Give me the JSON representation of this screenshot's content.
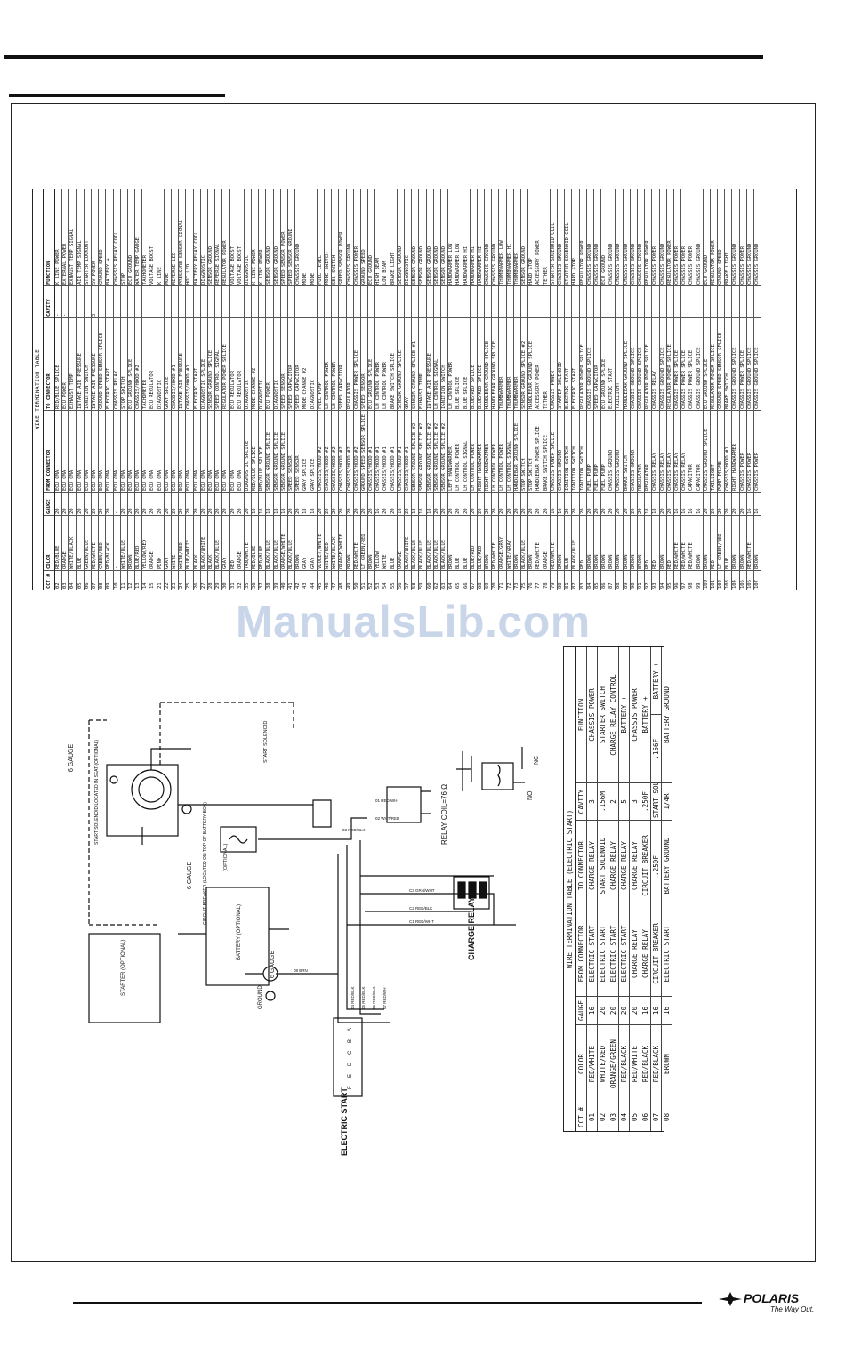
{
  "wire_table": {
    "title": "WIRE TERMINATION TABLE",
    "headers": [
      "CCT #",
      "COLOR",
      "GAUGE",
      "FROM CONNECTOR",
      "TO CONNECTOR",
      "CAVITY",
      "FUNCTION"
    ],
    "rows": [
      [
        "02",
        "RED/BLUE",
        "20",
        "ECU CMA",
        "RED/BLUE SPLICE",
        "-",
        "K LINE POWER"
      ],
      [
        "03",
        "ORANGE",
        "20",
        "ECU CMA",
        "ECU POWER",
        "-",
        "EXTERNAL POWER"
      ],
      [
        "04",
        "WHITE/BLACK",
        "20",
        "ECU CMA",
        "EXHAUST TEMP",
        "",
        "EXHAUST TEMP SIGNAL"
      ],
      [
        "05",
        "BLUE",
        "20",
        "ECU CMA",
        "INTAKE AIR PRESSURE",
        "",
        "AIR TEMP SIGNAL"
      ],
      [
        "06",
        "GREEN/BLUE",
        "20",
        "ECU CMA",
        "IGNITION SWITCH",
        "",
        "STARTER LOCKOUT"
      ],
      [
        "07",
        "RED/WHITE",
        "20",
        "ECU CMA",
        "INTAKE AIR PRESSURE",
        "3",
        "5V POWER"
      ],
      [
        "08",
        "GREEN/RED",
        "20",
        "ECU CMA",
        "GROUND SPEED SENSOR SPLICE",
        "",
        "GROUND SPEED"
      ],
      [
        "09",
        "RED/BLACK",
        "20",
        "ECU CMA",
        "ELECTRIC START",
        "",
        "BATTERY +"
      ],
      [
        "10",
        "-",
        "-",
        "ECU CMA",
        "CHASSIS RELAY",
        "",
        "CHASSIS RELAY COIL"
      ],
      [
        "11",
        "WHITE/BLUE",
        "20",
        "ECU CMA",
        "STOP SWITCH",
        "",
        "STOP"
      ],
      [
        "12",
        "BROWN",
        "20",
        "ECU CMA",
        "ECU GROUND SPLICE",
        "",
        "ECU GROUND"
      ],
      [
        "13",
        "BLUE/RED",
        "20",
        "ECU CMA",
        "CHASSIS/HOOD #2",
        "",
        "WATER TEMP GAUGE"
      ],
      [
        "14",
        "YELLOW/RED",
        "20",
        "ECU CMA",
        "TACHOMETER",
        "",
        "TACHOMETER"
      ],
      [
        "15",
        "ORANGE",
        "20",
        "ECU CMA",
        "ECU REGULATOR",
        "",
        "VOLTAGE BOOST"
      ],
      [
        "21",
        "PINK",
        "20",
        "ECU CMA",
        "DIAGNOSTIC",
        "",
        "K LINE"
      ],
      [
        "22",
        "GRAY",
        "20",
        "ECU CMA",
        "GRAY SPLICE",
        "",
        "MODE"
      ],
      [
        "23",
        "WHITE",
        "20",
        "ECU CMA",
        "CHASSIS/HOOD #1",
        "",
        "REVERSE LED"
      ],
      [
        "24",
        "WHITE/RED",
        "20",
        "ECU CMA",
        "INTAKE AIR PRESSURE",
        "",
        "PRESSURE SENSOR SIGNAL"
      ],
      [
        "25",
        "BLUE/WHITE",
        "20",
        "ECU CMA",
        "CHASSIS/HOOD #1",
        "",
        "HOT LED"
      ],
      [
        "26",
        "BLACK",
        "20",
        "ECU CMA",
        "ELECTRIC START",
        "",
        "BATTERY RELAY COIL"
      ],
      [
        "27",
        "BLACK/WHITE",
        "20",
        "ECU CMA",
        "DIAGNOSTIC SPLICE",
        "",
        "DIAGNOSTIC"
      ],
      [
        "28",
        "BLACK",
        "20",
        "ECU CMA",
        "SENSOR GROUND SPLICE",
        "",
        "SENSOR GROUND"
      ],
      [
        "29",
        "BLACK/BLUE",
        "20",
        "ECU CMA",
        "SPEED CONTROL SIGNAL",
        "",
        "REVERSE SIGNAL"
      ],
      [
        "30",
        "GRAY",
        "20",
        "ECU CMA",
        "REGULATOR POWER SPLICE",
        "",
        "REGULATOR POWER"
      ],
      [
        "31",
        "RED",
        "20",
        "ECU CMA",
        "ECU REGULATOR",
        "",
        "VOLTAGE BOOST"
      ],
      [
        "32",
        "ORANGE",
        "20",
        "ECU CMA",
        "ECU REGULATOR",
        "",
        "VOLTAGE BOOST"
      ],
      [
        "35",
        "TAN/WHITE",
        "20",
        "DIAGNOSTIC SPLICE",
        "DIAGNOSTIC",
        "",
        "DIAGNOSTIC"
      ],
      [
        "36",
        "RED/BLUE",
        "18",
        "RED/BLUE SPLICE",
        "MODE CHANGE #2",
        "",
        "K LINE POWER"
      ],
      [
        "37",
        "RED/BLUE",
        "18",
        "RED/BLUE SPLICE",
        "DIAGNOSTIC",
        "",
        "K LINE POWER"
      ],
      [
        "38",
        "BLACK/BLUE",
        "18",
        "SENSOR GROUND SPLICE",
        "ECU POWER",
        "",
        "SENSOR GROUND"
      ],
      [
        "39",
        "BLACK/BLUE",
        "18",
        "SENSOR GROUND SPLICE",
        "DIAGNOSTIC",
        "",
        "SENSOR GROUND"
      ],
      [
        "40",
        "ORANGE/WHITE",
        "18",
        "SENSOR GROUND SPLICE",
        "SPEED SENSOR",
        "",
        "SPEED SENSOR POWER"
      ],
      [
        "41",
        "BLACK/BLUE",
        "20",
        "SPEED SENSOR",
        "SPEED CAPACITOR",
        "",
        "SPEED SENSOR GROUND"
      ],
      [
        "42",
        "BROWN",
        "20",
        "SPEED SENSOR",
        "SPEED CAPACITOR",
        "",
        "CHASSIS GROUND"
      ],
      [
        "43",
        "GRAY",
        "18",
        "GRAY SPLICE",
        "MODE CHANGE #2",
        "",
        "MODE"
      ],
      [
        "44",
        "GRAY",
        "18",
        "GRAY SPLICE",
        "DIAGNOSTIC",
        "",
        "MODE"
      ],
      [
        "45",
        "VIOLET/WHITE",
        "20",
        "CHASSIS/HOOD #2",
        "FUEL PUMP",
        "",
        "FUEL LEVEL"
      ],
      [
        "46",
        "WHITE/RED",
        "20",
        "CHASSIS/HOOD #2",
        "LH CONTROL POWER",
        "",
        "MODE SWITCH"
      ],
      [
        "47",
        "WHITE/BLACK",
        "20",
        "CHASSIS/HOOD #2",
        "LH CONTROL POWER",
        "",
        "SEL SWITCH"
      ],
      [
        "48",
        "ORANGE/WHITE",
        "20",
        "CHASSIS/HOOD #2",
        "SPEED CAPACITOR",
        "",
        "SPEED SENSOR POWER"
      ],
      [
        "49",
        "BROWN",
        "20",
        "CHASSIS/HOOD #2",
        "REGULATOR",
        "",
        "CHASSIS GROUND"
      ],
      [
        "50",
        "RED/WHITE",
        "20",
        "CHASSIS/HOOD #2",
        "CHASSIS POWER SPLICE",
        "",
        "CHASSIS POWER"
      ],
      [
        "51",
        "LT GREEN/RED",
        "20",
        "GROUND SPEED SENSOR SPLICE",
        "SPEED SENSOR",
        "",
        "GROUND SPEED"
      ],
      [
        "52",
        "BROWN",
        "20",
        "CHASSIS/HOOD #1",
        "ECU GROUND SPLICE",
        "",
        "ECU GROUND"
      ],
      [
        "53",
        "YELLOW",
        "16",
        "CHASSIS/HOOD #1",
        "LH CONTROL POWER",
        "",
        "HIGH BEAM"
      ],
      [
        "54",
        "WHITE",
        "20",
        "CHASSIS/HOOD #1",
        "LH CONTROL POWER",
        "",
        "LOW BEAM"
      ],
      [
        "55",
        "BLUE",
        "20",
        "CHASSIS/HOOD #1",
        "BRAKE SWITCH SPLICE",
        "",
        "BRAKE LIGHT"
      ],
      [
        "56",
        "ORANGE",
        "18",
        "CHASSIS/HOOD #1",
        "SENSOR GROUND SPLICE",
        "",
        "SENSOR GROUND"
      ],
      [
        "57",
        "BLACK/WHITE",
        "20",
        "CHASSIS/HOOD #1",
        "GRAY",
        "",
        "DIAGNOSTIC"
      ],
      [
        "58",
        "BLACK/BLUE",
        "18",
        "SENSOR GROUND SPLICE #2",
        "SENSOR GROUND SPLICE #1",
        "",
        "SENSOR GROUND"
      ],
      [
        "59",
        "BLACK/BLUE",
        "18",
        "SENSOR GROUND SPLICE #2",
        "EXHAUST TEMP",
        "",
        "SENSOR GROUND"
      ],
      [
        "60",
        "BLACK/BLUE",
        "18",
        "SENSOR GROUND SPLICE #2",
        "INTAKE AIR PRESSURE",
        "",
        "SENSOR GROUND"
      ],
      [
        "62",
        "BLACK/BLUE",
        "20",
        "SENSOR GROUND SPLICE #2",
        "LH CONTROL SIGNAL",
        "",
        "SENSOR GROUND"
      ],
      [
        "63",
        "BLACK/BLUE",
        "20",
        "SENSOR GROUND SPLICE #2",
        "IGNITION SWITCH",
        "",
        "SENSOR GROUND"
      ],
      [
        "64",
        "BROWN",
        "20",
        "LEFT HANDWARMER",
        "LH CONTROL POWER",
        "",
        "HANDWARMER LOW"
      ],
      [
        "65",
        "BLUE",
        "20",
        "LH CONTROL POWER",
        "BLUE SPLICE",
        "",
        "HANDWARMER LOW"
      ],
      [
        "66",
        "BLUE",
        "20",
        "LH CONTROL SIGNAL",
        "BLUE SPLICE",
        "",
        "HANDWARMER HI"
      ],
      [
        "67",
        "BLUE/RED",
        "20",
        "LH CONTROL POWER",
        "BLUE/RED SPLICE",
        "",
        "HANDWARMER HI"
      ],
      [
        "68",
        "BLUE/RED",
        "20",
        "RIGHT HANDWARMER",
        "BLUE/RED SPLICE",
        "",
        "HANDWARMER HI"
      ],
      [
        "69",
        "BROWN",
        "20",
        "RIGHT HANDWARMER",
        "HANDLEBAR GROUND SPLICE",
        "",
        "CHASSIS GROUND"
      ],
      [
        "70",
        "RED/WHITE",
        "20",
        "LH CONTROL POWER",
        "HANDLEBAR GROUND SPLICE",
        "",
        "CHASSIS GROUND"
      ],
      [
        "71",
        "ORANGE/GRAY",
        "20",
        "LH CONTROL POWER",
        "THUMBWARMER",
        "",
        "THUMBWARMER LOW"
      ],
      [
        "72",
        "WHITE/GRAY",
        "20",
        "LH CONTROL SIGNAL",
        "THUMBWARMER",
        "",
        "THUMBWARMER HI"
      ],
      [
        "73",
        "BROWN",
        "20",
        "HANDLEBAR GROUND SPLICE",
        "THUMBWARMER",
        "",
        "THUMBWARMER"
      ],
      [
        "75",
        "BLACK/BLUE",
        "20",
        "STOP SWITCH",
        "SENSOR GROUND SPLICE #2",
        "",
        "SENSOR GROUND"
      ],
      [
        "76",
        "BROWN",
        "20",
        "STOP SWITCH",
        "HANDLEBAR GROUND SPLICE",
        "",
        "HARD STOP"
      ],
      [
        "77",
        "RED/WHITE",
        "20",
        "HANDLEBAR POWER SPLICE",
        "ACCESSORY POWER",
        "",
        "ACCESSORY POWER"
      ],
      [
        "78",
        "ORANGE",
        "20",
        "BRAKE SWITCH SPLICE",
        "TETHER",
        "",
        "TETHER"
      ],
      [
        "79",
        "RED/WHITE",
        "16",
        "CHASSIS POWER SPLICE",
        "CHASSIS POWER",
        "",
        "STARTER SOLENOID COIL"
      ],
      [
        "80",
        "BROWN",
        "16",
        "CHASSIS GROUND",
        "STARTER SOLENOID",
        "",
        "CHASSIS GROUND"
      ],
      [
        "81",
        "BLUE",
        "20",
        "IGNITION SWITCH",
        "ELECTRIC START",
        "",
        "STARTER SOLENOID COIL"
      ],
      [
        "82",
        "BLACK/BLUE",
        "20",
        "IGNITION SWITCH",
        "ELECTRIC START",
        "",
        "HARD STOP"
      ],
      [
        "83",
        "RED",
        "20",
        "IGNITION SWITCH",
        "REGULATOR POWER SPLICE",
        "",
        "REGULATOR POWER"
      ],
      [
        "84",
        "BROWN",
        "20",
        "FUEL PUMP",
        "CHASSIS GROUND SPLICE",
        "",
        "CHASSIS GROUND"
      ],
      [
        "85",
        "BROWN",
        "20",
        "FUEL PUMP",
        "SPEED CAPACITOR",
        "",
        "CHASSIS GROUND"
      ],
      [
        "86",
        "BROWN",
        "20",
        "FUEL PUMP",
        "ECU GROUND SPLICE",
        "",
        "ECU GROUND"
      ],
      [
        "87",
        "BROWN",
        "20",
        "CHASSIS GROUND",
        "ELECTRIC START",
        "",
        "CHASSIS GROUND"
      ],
      [
        "88",
        "BROWN",
        "20",
        "CHASSIS GROUND",
        "TAILLIGHT",
        "",
        "CHASSIS GROUND"
      ],
      [
        "89",
        "BROWN",
        "20",
        "BRAKE SWITCH",
        "HANDLEBAR GROUND SPLICE",
        "",
        "CHASSIS GROUND"
      ],
      [
        "90",
        "BROWN",
        "20",
        "CHASSIS GROUND",
        "CHASSIS GROUND SPLICE",
        "",
        "CHASSIS GROUND"
      ],
      [
        "91",
        "BROWN",
        "20",
        "REGULATOR",
        "CHASSIS GROUND SPLICE",
        "",
        "CHASSIS GROUND"
      ],
      [
        "92",
        "RED",
        "18",
        "REGULATOR",
        "REGULATOR POWER SPLICE",
        "",
        "REGULATOR POWER"
      ],
      [
        "93",
        "RED",
        "18",
        "CHASSIS RELAY",
        "CHASSIS RELAY",
        "",
        "CHASSIS POWER"
      ],
      [
        "94",
        "BROWN",
        "20",
        "CHASSIS RELAY",
        "CHASSIS GROUND SPLICE",
        "",
        "CHASSIS GROUND"
      ],
      [
        "95",
        "RED",
        "20",
        "CHASSIS RELAY",
        "REGULATOR POWER SPLICE",
        "",
        "REGULATOR POWER"
      ],
      [
        "96",
        "RED/WHITE",
        "16",
        "CHASSIS RELAY",
        "CHASSIS POWER SPLICE",
        "",
        "CHASSIS POWER"
      ],
      [
        "97",
        "RED/WHITE",
        "16",
        "CHASSIS RELAY",
        "CHASSIS POWER SPLICE",
        "",
        "CHASSIS POWER"
      ],
      [
        "98",
        "RED/WHITE",
        "16",
        "CAPACITOR",
        "CHASSIS POWER SPLICE",
        "",
        "CHASSIS POWER"
      ],
      [
        "99",
        "BROWN",
        "16",
        "CAPACITOR",
        "CHASSIS GROUND SPLICE",
        "",
        "CHASSIS GROUND"
      ],
      [
        "100",
        "BROWN",
        "20",
        "CHASSIS GROUND SPLICE",
        "ECU GROUND SPLICE",
        "",
        "ECU GROUND"
      ],
      [
        "101",
        "RED",
        "20",
        "TAILLIGHT",
        "REGULATOR POWER SPLICE",
        "",
        "REGULATOR POWER"
      ],
      [
        "102",
        "LT GREEN/RED",
        "20",
        "PUMP PRIME",
        "GROUND SPEED SENSOR SPLICE",
        "",
        "GROUND SPEED"
      ],
      [
        "103",
        "BLUE",
        "20",
        "CHASSIS/HOOD #1",
        "BRAKE SWITCH",
        "",
        "BRAKE LIGHT"
      ],
      [
        "104",
        "BROWN",
        "20",
        "RIGHT HANDWARMER",
        "CHASSIS GROUND SPLICE",
        "",
        "CHASSIS GROUND"
      ],
      [
        "105",
        "BROWN",
        "20",
        "CHASSIS POWER",
        "CHASSIS POWER SPLICE",
        "",
        "CHASSIS POWER"
      ],
      [
        "106",
        "RED/WHITE",
        "16",
        "CHASSIS POWER",
        "CHASSIS GROUND SPLICE",
        "",
        "CHASSIS GROUND"
      ],
      [
        "107",
        "BROWN",
        "16",
        "CHASSIS POWER",
        "CHASSIS GROUND SPLICE",
        "",
        "CHASSIS GROUND"
      ]
    ]
  },
  "schematic": {
    "gauge_labels": [
      "6 GAUGE",
      "6 GAUGE",
      "6 GAUGE"
    ],
    "starter": "STARTER (OPTIONAL)",
    "battery": "BATTERY (OPTIONAL)",
    "solenoid_top": "START SOLENOID",
    "solenoid_left": "START SOLENOID LOCATED IN SEAT (OPTIONAL)",
    "breaker": "CIRCUIT BREAKER (LOCATED ON TOP OF BATTERY BOX)",
    "optional": "(OPTIONAL)",
    "ground": "GROUND",
    "electric_start": "ELECTRIC START",
    "charge_relay": "CHARGE RELAY",
    "relay_coil": "RELAY COIL=76 Ω",
    "no": "NO",
    "nc": "NC",
    "connector_pins": [
      "F",
      "E",
      "D",
      "C",
      "B",
      "A"
    ],
    "wire_labels": [
      "01 RED/WH",
      "02 WHT/RED",
      "03 RED/BLK",
      "04 RED/BLK",
      "05 RED/BLK",
      "06 RED/BLK",
      "07 RED/WH",
      "08 BRN",
      "C3 GRN/WHT",
      "C2 RED/BLK",
      "C1 RED/WHT"
    ]
  },
  "electric_table": {
    "title": "WIRE TERMINATION TABLE (ELECTRIC START)",
    "headers": [
      "CCT #",
      "COLOR",
      "GAUGE",
      "FROM CONNECTOR",
      "TO CONNECTOR",
      "CAVITY",
      "FUNCTION"
    ],
    "rows": [
      [
        "01",
        "RED/WHITE",
        "16",
        "ELECTRIC START",
        "CHARGE RELAY",
        "3",
        "CHASSIS POWER"
      ],
      [
        "02",
        "WHITE/RED",
        "20",
        "ELECTRIC START",
        "START SOLENOID",
        ".156M",
        "STARTER SWITCH"
      ],
      [
        "03",
        "ORANGE/GREEN",
        "20",
        "ELECTRIC START",
        "CHARGE RELAY",
        "2",
        "CHARGE RELAY CONTROL"
      ],
      [
        "04",
        "RED/BLACK",
        "20",
        "ELECTRIC START",
        "CHARGE RELAY",
        "5",
        "BATTERY +"
      ],
      [
        "05",
        "RED/WHITE",
        "20",
        "CHARGE RELAY",
        "CHARGE RELAY",
        "3",
        "CHASSIS POWER"
      ],
      [
        "06",
        "RED/BLACK",
        "16",
        "CHARGE RELAY",
        "CIRCUIT BREAKER",
        ".250F",
        "BATTERY +"
      ],
      [
        "07",
        "RED/BLACK",
        "16",
        "CIRCUIT BREAKER",
        ".250F",
        "START SOLENOID",
        ".156F",
        "BATTERY +"
      ],
      [
        "08",
        "BROWN",
        "16",
        "ELECTRIC START",
        "BATTERY GROUND",
        "1/4R",
        "BATTERY GROUND"
      ]
    ]
  },
  "watermark": "ManualsLib.com",
  "logo": {
    "brand": "POLARIS",
    "tagline": "The Way Out."
  }
}
